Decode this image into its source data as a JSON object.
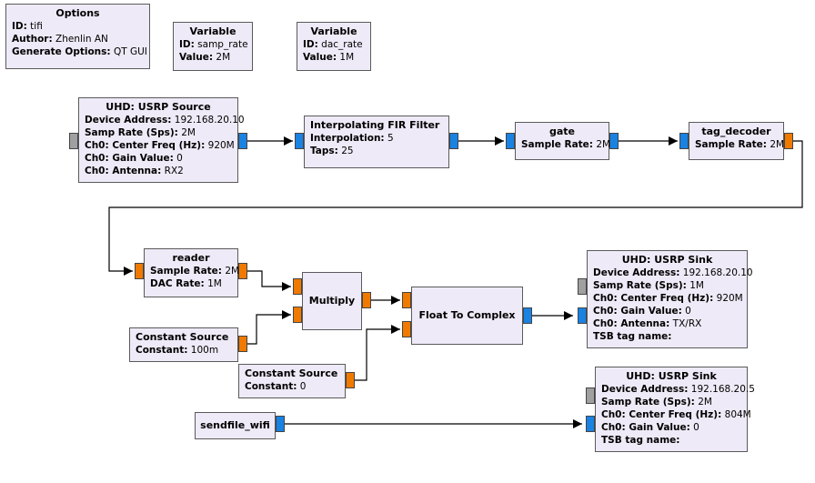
{
  "options": {
    "title": "Options",
    "id_label": "ID:",
    "id_value": "tifi",
    "author_label": "Author:",
    "author_value": "Zhenlin AN",
    "gen_label": "Generate Options:",
    "gen_value": "QT GUI"
  },
  "var_samp": {
    "title": "Variable",
    "id_label": "ID:",
    "id_value": "samp_rate",
    "value_label": "Value:",
    "value_value": "2M"
  },
  "var_dac": {
    "title": "Variable",
    "id_label": "ID:",
    "id_value": "dac_rate",
    "value_label": "Value:",
    "value_value": "1M"
  },
  "usrp_source": {
    "title": "UHD: USRP Source",
    "params": [
      {
        "label": "Device Address:",
        "value": "192.168.20.10"
      },
      {
        "label": "Samp Rate (Sps):",
        "value": "2M"
      },
      {
        "label": "Ch0: Center Freq (Hz):",
        "value": "920M"
      },
      {
        "label": "Ch0: Gain Value:",
        "value": "0"
      },
      {
        "label": "Ch0: Antenna:",
        "value": "RX2"
      }
    ]
  },
  "fir": {
    "title": "Interpolating FIR Filter",
    "params": [
      {
        "label": "Interpolation:",
        "value": "5"
      },
      {
        "label": "Taps:",
        "value": "25"
      }
    ]
  },
  "gate": {
    "title": "gate",
    "params": [
      {
        "label": "Sample Rate:",
        "value": "2M"
      }
    ]
  },
  "tag_decoder": {
    "title": "tag_decoder",
    "params": [
      {
        "label": "Sample Rate:",
        "value": "2M"
      }
    ]
  },
  "reader": {
    "title": "reader",
    "params": [
      {
        "label": "Sample Rate:",
        "value": "2M"
      },
      {
        "label": "DAC Rate:",
        "value": "1M"
      }
    ]
  },
  "multiply": {
    "title": "Multiply"
  },
  "float_to_complex": {
    "title": "Float To Complex"
  },
  "const1": {
    "title": "Constant Source",
    "params": [
      {
        "label": "Constant:",
        "value": "100m"
      }
    ]
  },
  "const2": {
    "title": "Constant Source",
    "params": [
      {
        "label": "Constant:",
        "value": "0"
      }
    ]
  },
  "sink1": {
    "title": "UHD: USRP Sink",
    "params": [
      {
        "label": "Device Address:",
        "value": "192.168.20.10"
      },
      {
        "label": "Samp Rate (Sps):",
        "value": "1M"
      },
      {
        "label": "Ch0: Center Freq (Hz):",
        "value": "920M"
      },
      {
        "label": "Ch0: Gain Value:",
        "value": "0"
      },
      {
        "label": "Ch0: Antenna:",
        "value": "TX/RX"
      },
      {
        "label": "TSB tag name:",
        "value": ""
      }
    ]
  },
  "sendfile": {
    "title": "sendfile_wifi"
  },
  "sink2": {
    "title": "UHD: USRP Sink",
    "params": [
      {
        "label": "Device Address:",
        "value": "192.168.20.5"
      },
      {
        "label": "Samp Rate (Sps):",
        "value": "2M"
      },
      {
        "label": "Ch0: Center Freq (Hz):",
        "value": "804M"
      },
      {
        "label": "Ch0: Gain Value:",
        "value": "0"
      },
      {
        "label": "TSB tag name:",
        "value": ""
      }
    ]
  },
  "colors": {
    "complex_port": "#1a82e2",
    "float_port": "#f07a00",
    "message_port": "#a0a0a0",
    "block_fill": "#eeeaf7"
  }
}
